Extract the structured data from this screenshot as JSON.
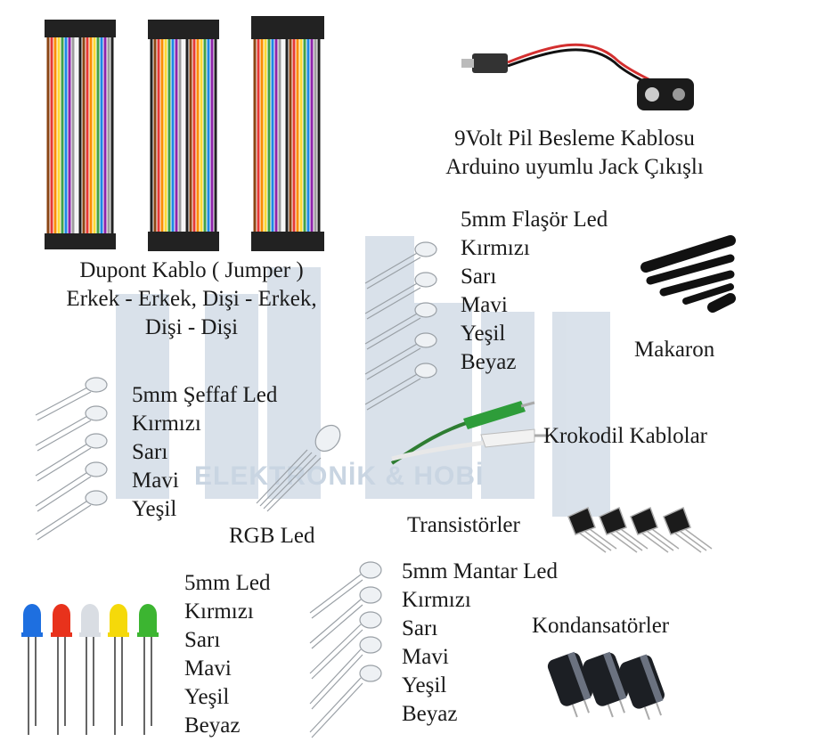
{
  "watermark": {
    "text": "ELEKTRONİK & HOBİ",
    "color": "#c9d5e2"
  },
  "items": {
    "pil": [
      "9Volt Pil Besleme Kablosu",
      "Arduino uyumlu Jack Çıkışlı"
    ],
    "dupont": [
      "Dupont Kablo ( Jumper )",
      "Erkek - Erkek, Dişi - Erkek,",
      "Dişi - Dişi"
    ],
    "flasor": [
      "5mm Flaşör Led",
      "Kırmızı",
      "Sarı",
      "Mavi",
      "Yeşil",
      "Beyaz"
    ],
    "makaron": "Makaron",
    "seffaf": [
      "5mm Şeffaf Led",
      "Kırmızı",
      "Sarı",
      "Mavi",
      "Yeşil"
    ],
    "krokodil": "Krokodil Kablolar",
    "rgb": "RGB Led",
    "transistor": "Transistörler",
    "led5": [
      "5mm Led",
      "Kırmızı",
      "Sarı",
      "Mavi",
      "Yeşil",
      "Beyaz"
    ],
    "mantar": [
      "5mm Mantar Led",
      "Kırmızı",
      "Sarı",
      "Mavi",
      "Yeşil",
      "Beyaz"
    ],
    "kondansator": "Kondansatörler"
  },
  "led_colors": [
    "#1e6fe0",
    "#e8321c",
    "#d9dde3",
    "#f5d90a",
    "#3cb531"
  ]
}
